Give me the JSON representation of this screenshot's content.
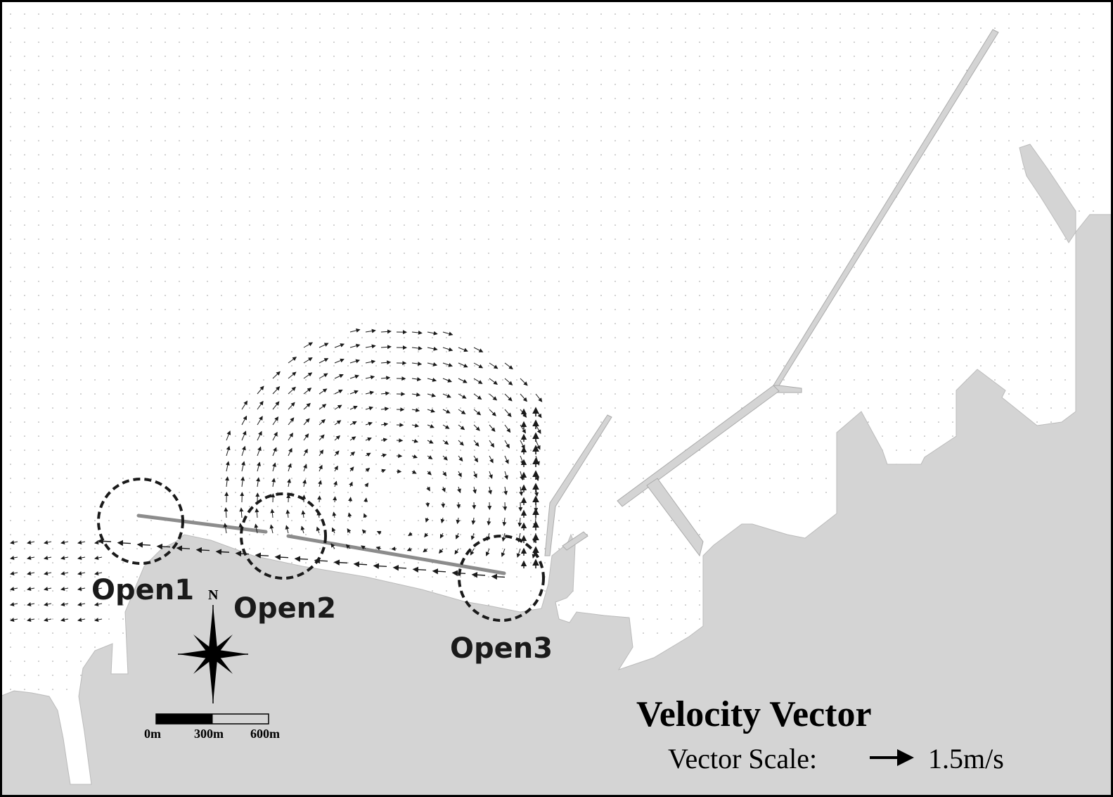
{
  "title": "Velocity Vector",
  "vector_scale": {
    "label": "Vector Scale:",
    "value": "1.5m/s"
  },
  "north_label": "N",
  "scale_bar": {
    "ticks": [
      "0m",
      "300m",
      "600m"
    ]
  },
  "openings": [
    {
      "label": "Open1"
    },
    {
      "label": "Open2"
    },
    {
      "label": "Open3"
    }
  ],
  "colors": {
    "land": "#d4d4d4",
    "water": "#ffffff",
    "vector": "#1a1a1a",
    "breakwater": "#8c8c8c",
    "circle": "#1a1a1a"
  }
}
